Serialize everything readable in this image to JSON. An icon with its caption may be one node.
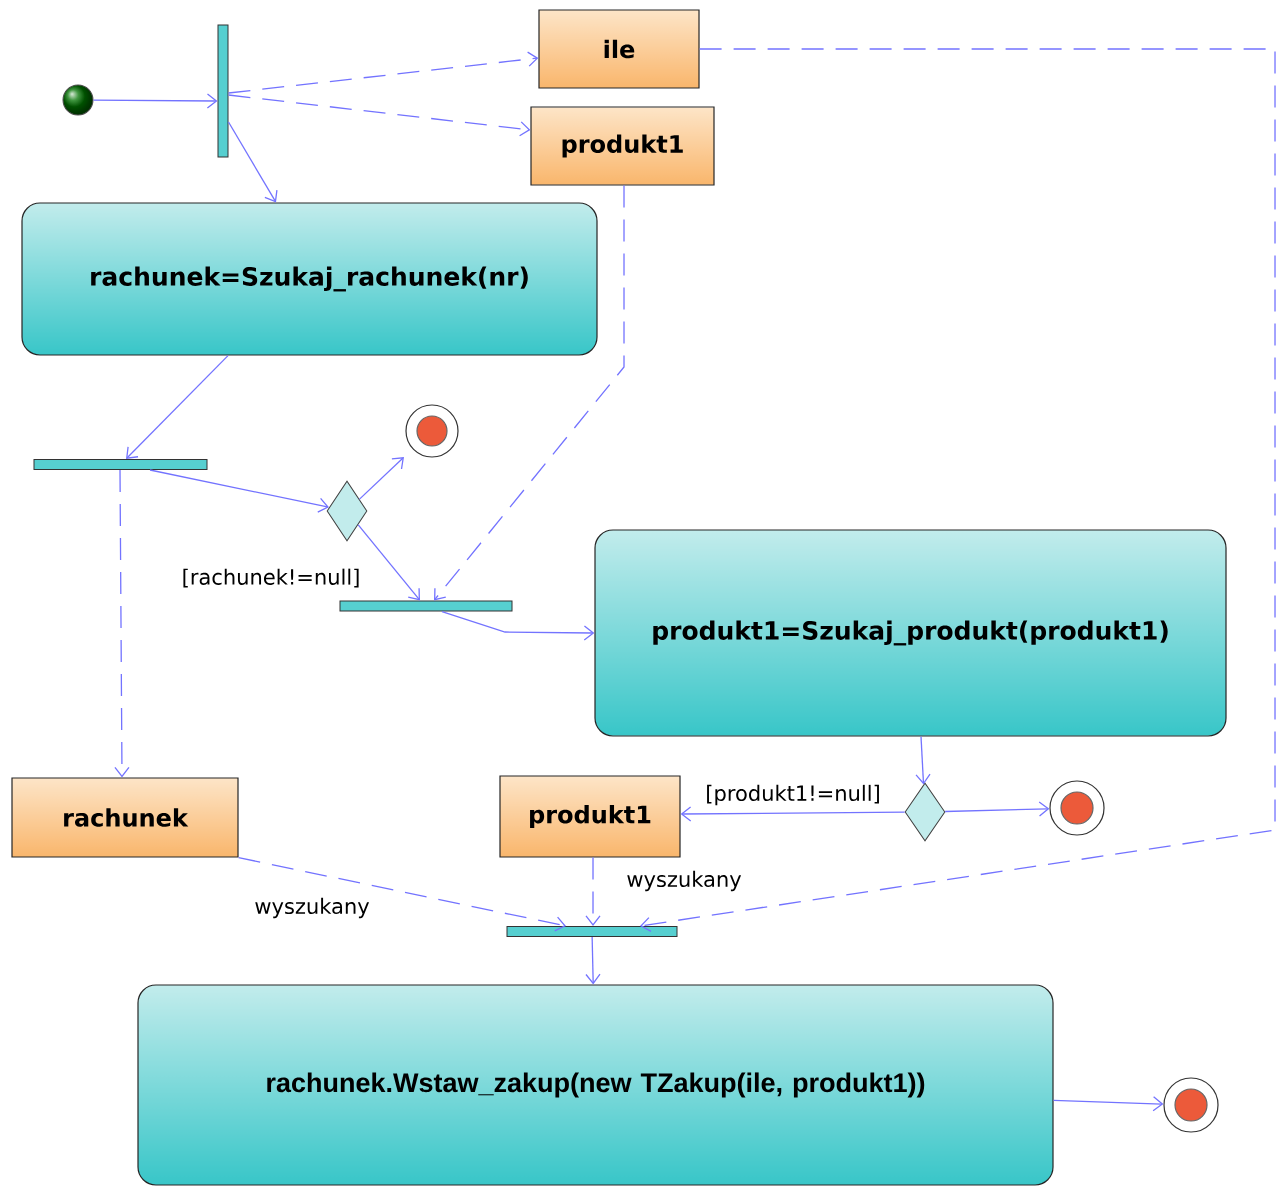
{
  "diagram": {
    "nodes": [
      {
        "text": [],
        "shape": "circle"
      },
      {
        "text": [],
        "shape": "bar"
      },
      {
        "text": [
          "ile"
        ]
      },
      {
        "text": [
          "produkt1"
        ]
      },
      {
        "text": [
          "rachunek=Szukaj_rachunek(nr)"
        ]
      },
      {
        "text": [],
        "shape": "bar"
      },
      {
        "text": [],
        "shape": "circle"
      },
      {
        "text": [],
        "shape": "diamond"
      },
      {
        "text": [],
        "shape": "bar"
      },
      {
        "text": [
          "produkt1=Szukaj_produkt(produkt1)"
        ]
      },
      {
        "text": [
          "rachunek"
        ]
      },
      {
        "text": [
          "produkt1"
        ]
      },
      {
        "text": [],
        "shape": "diamond"
      },
      {
        "text": [],
        "shape": "circle"
      },
      {
        "text": [],
        "shape": "bar"
      },
      {
        "text": [
          "rachunek.Wstaw_zakup(new TZakup(ile, produkt1))"
        ]
      },
      {
        "text": [],
        "shape": "circle"
      }
    ],
    "edges": [
      {
        "from": 0,
        "to": 1,
        "arrow": "to"
      },
      {
        "from": 1,
        "to": 2,
        "arrow": "to",
        "style": "dashed"
      },
      {
        "from": 1,
        "to": 3,
        "arrow": "to",
        "style": "dashed"
      },
      {
        "from": 1,
        "to": 4,
        "arrow": "to"
      },
      {
        "from": 4,
        "to": 5,
        "arrow": "to"
      },
      {
        "from": 5,
        "to": 7,
        "arrow": "to"
      },
      {
        "from": 5,
        "to": 10,
        "arrow": "to",
        "style": "dashed"
      },
      {
        "from": 7,
        "to": 6,
        "arrow": "to"
      },
      {
        "from": 7,
        "to": 8,
        "arrow": "to",
        "label": "[rachunek!=null]"
      },
      {
        "from": 3,
        "to": 8,
        "arrow": "to",
        "style": "dashed"
      },
      {
        "from": 8,
        "to": 9,
        "arrow": "to"
      },
      {
        "from": 9,
        "to": 12,
        "arrow": "to"
      },
      {
        "from": 12,
        "to": 11,
        "arrow": "to",
        "label": "[produkt1!=null]"
      },
      {
        "from": 12,
        "to": 13,
        "arrow": "to"
      },
      {
        "from": 11,
        "to": 14,
        "arrow": "to",
        "style": "dashed",
        "label": "wyszukany"
      },
      {
        "from": 10,
        "to": 14,
        "arrow": "to",
        "style": "dashed",
        "label": "wyszukany"
      },
      {
        "from": 2,
        "to": 14,
        "arrow": "to",
        "style": "dashed"
      },
      {
        "from": 14,
        "to": 15,
        "arrow": "to"
      },
      {
        "from": 15,
        "to": 16,
        "arrow": "to"
      }
    ]
  }
}
